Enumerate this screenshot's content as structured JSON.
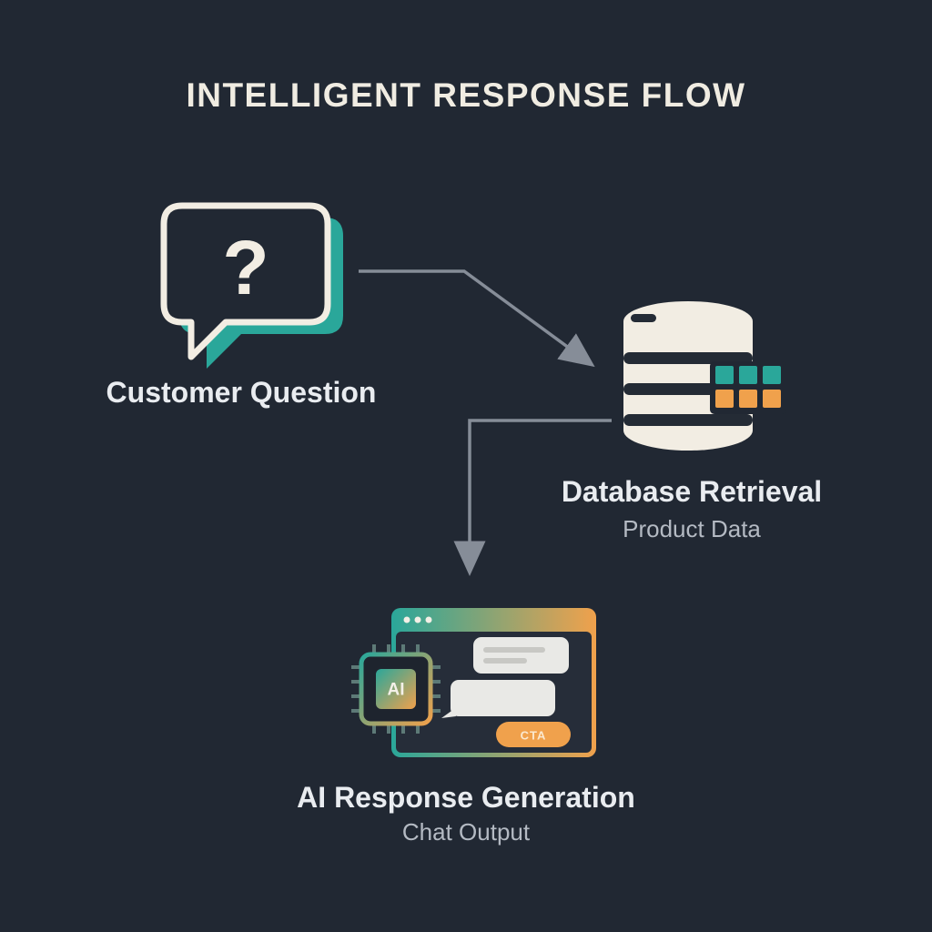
{
  "title": "INTELLIGENT RESPONSE FLOW",
  "colors": {
    "background": "#212833",
    "cream": "#f2ede3",
    "teal": "#2aa79a",
    "orange": "#f0a14c",
    "arrow_gray": "#868d98",
    "label": "#e9ecf0",
    "sublabel": "#b4bac3"
  },
  "nodes": {
    "customer_question": {
      "label": "Customer Question",
      "icon": "speech-bubble-question",
      "icon_glyph": "?"
    },
    "database_retrieval": {
      "label": "Database Retrieval",
      "sublabel": "Product Data",
      "icon": "database-cylinder"
    },
    "ai_response": {
      "label": "AI Response Generation",
      "sublabel": "Chat Output",
      "icon": "chat-window-with-ai-chip",
      "chip_text": "AI",
      "cta_text": "CTA"
    }
  },
  "connections": [
    {
      "from": "customer_question",
      "to": "database_retrieval"
    },
    {
      "from": "database_retrieval",
      "to": "ai_response"
    }
  ]
}
